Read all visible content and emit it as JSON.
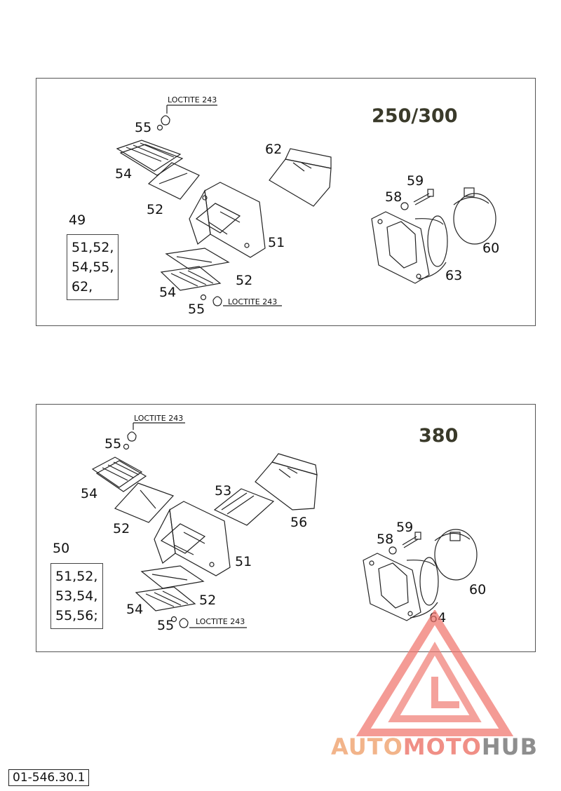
{
  "top_panel": {
    "model": "250/300",
    "loctite_upper": "LOCTITE 243",
    "loctite_lower": "LOCTITE 243",
    "labels": {
      "p55_top": "55",
      "p54_top": "54",
      "p52_top": "52",
      "p62": "62",
      "p51": "51",
      "p52_bottom": "52",
      "p54_bottom": "54",
      "p55_bottom": "55",
      "p59": "59",
      "p58": "58",
      "p60": "60",
      "p63": "63"
    },
    "kit": {
      "number": "49",
      "lines": [
        "51,52,",
        "54,55,",
        "62,"
      ]
    }
  },
  "bottom_panel": {
    "model": "380",
    "loctite_upper": "LOCTITE 243",
    "loctite_lower": "LOCTITE 243",
    "labels": {
      "p55_top": "55",
      "p54_top": "54",
      "p52_top": "52",
      "p53": "53",
      "p56": "56",
      "p51": "51",
      "p52_bottom": "52",
      "p54_bottom": "54",
      "p55_bottom": "55",
      "p59": "59",
      "p58": "58",
      "p60": "60",
      "p64": "64"
    },
    "kit": {
      "number": "50",
      "lines": [
        "51,52,",
        "53,54,",
        "55,56;"
      ]
    }
  },
  "document_number": "01-546.30.1",
  "logo": {
    "word_auto": "AUTO",
    "word_moto": "MOTO",
    "word_hub": "HUB",
    "colors": {
      "auto": "#f2b48a",
      "moto": "#f08f86",
      "hub": "#8e8e8e",
      "mark": "#f07a72"
    }
  }
}
